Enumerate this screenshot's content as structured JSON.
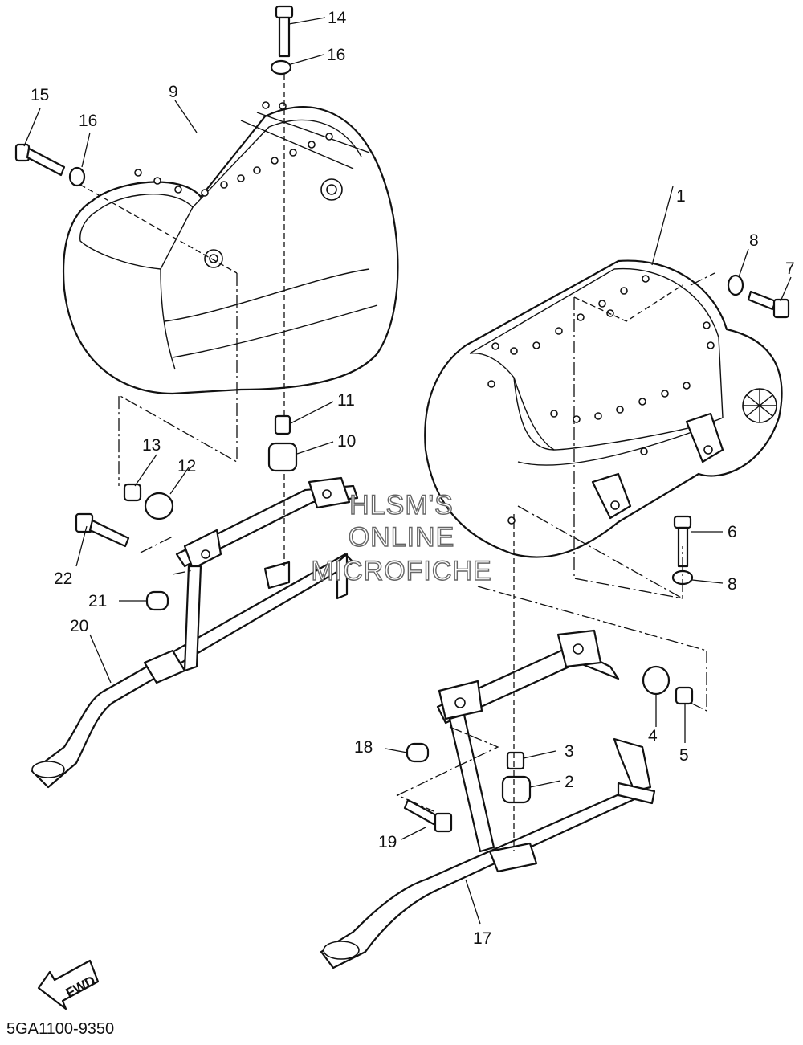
{
  "diagram": {
    "reference_code": "5GA1100-9350",
    "direction_marker": "FWD",
    "watermark": [
      "HLSM'S",
      "ONLINE",
      "MICROFICHE"
    ],
    "callouts": [
      "1",
      "2",
      "3",
      "4",
      "5",
      "6",
      "7",
      "8",
      "8",
      "9",
      "10",
      "11",
      "12",
      "13",
      "14",
      "15",
      "16",
      "16",
      "17",
      "18",
      "19",
      "20",
      "21",
      "22"
    ]
  }
}
